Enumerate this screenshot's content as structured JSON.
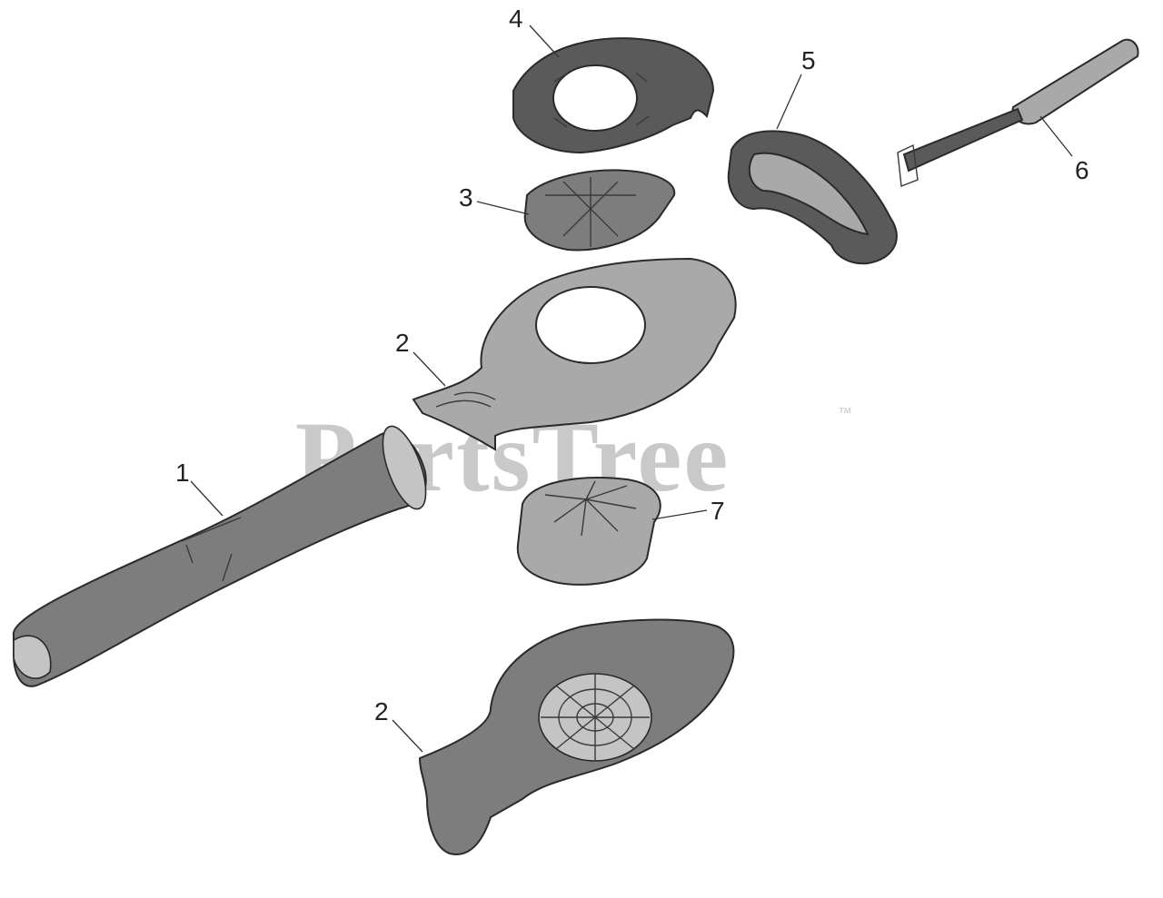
{
  "watermark": {
    "text": "PartsTree",
    "trademark": "™"
  },
  "callouts": [
    {
      "id": "callout-1",
      "number": "1"
    },
    {
      "id": "callout-2a",
      "number": "2"
    },
    {
      "id": "callout-2b",
      "number": "2"
    },
    {
      "id": "callout-3",
      "number": "3"
    },
    {
      "id": "callout-4",
      "number": "4"
    },
    {
      "id": "callout-5",
      "number": "5"
    },
    {
      "id": "callout-6",
      "number": "6"
    },
    {
      "id": "callout-7",
      "number": "7"
    }
  ]
}
